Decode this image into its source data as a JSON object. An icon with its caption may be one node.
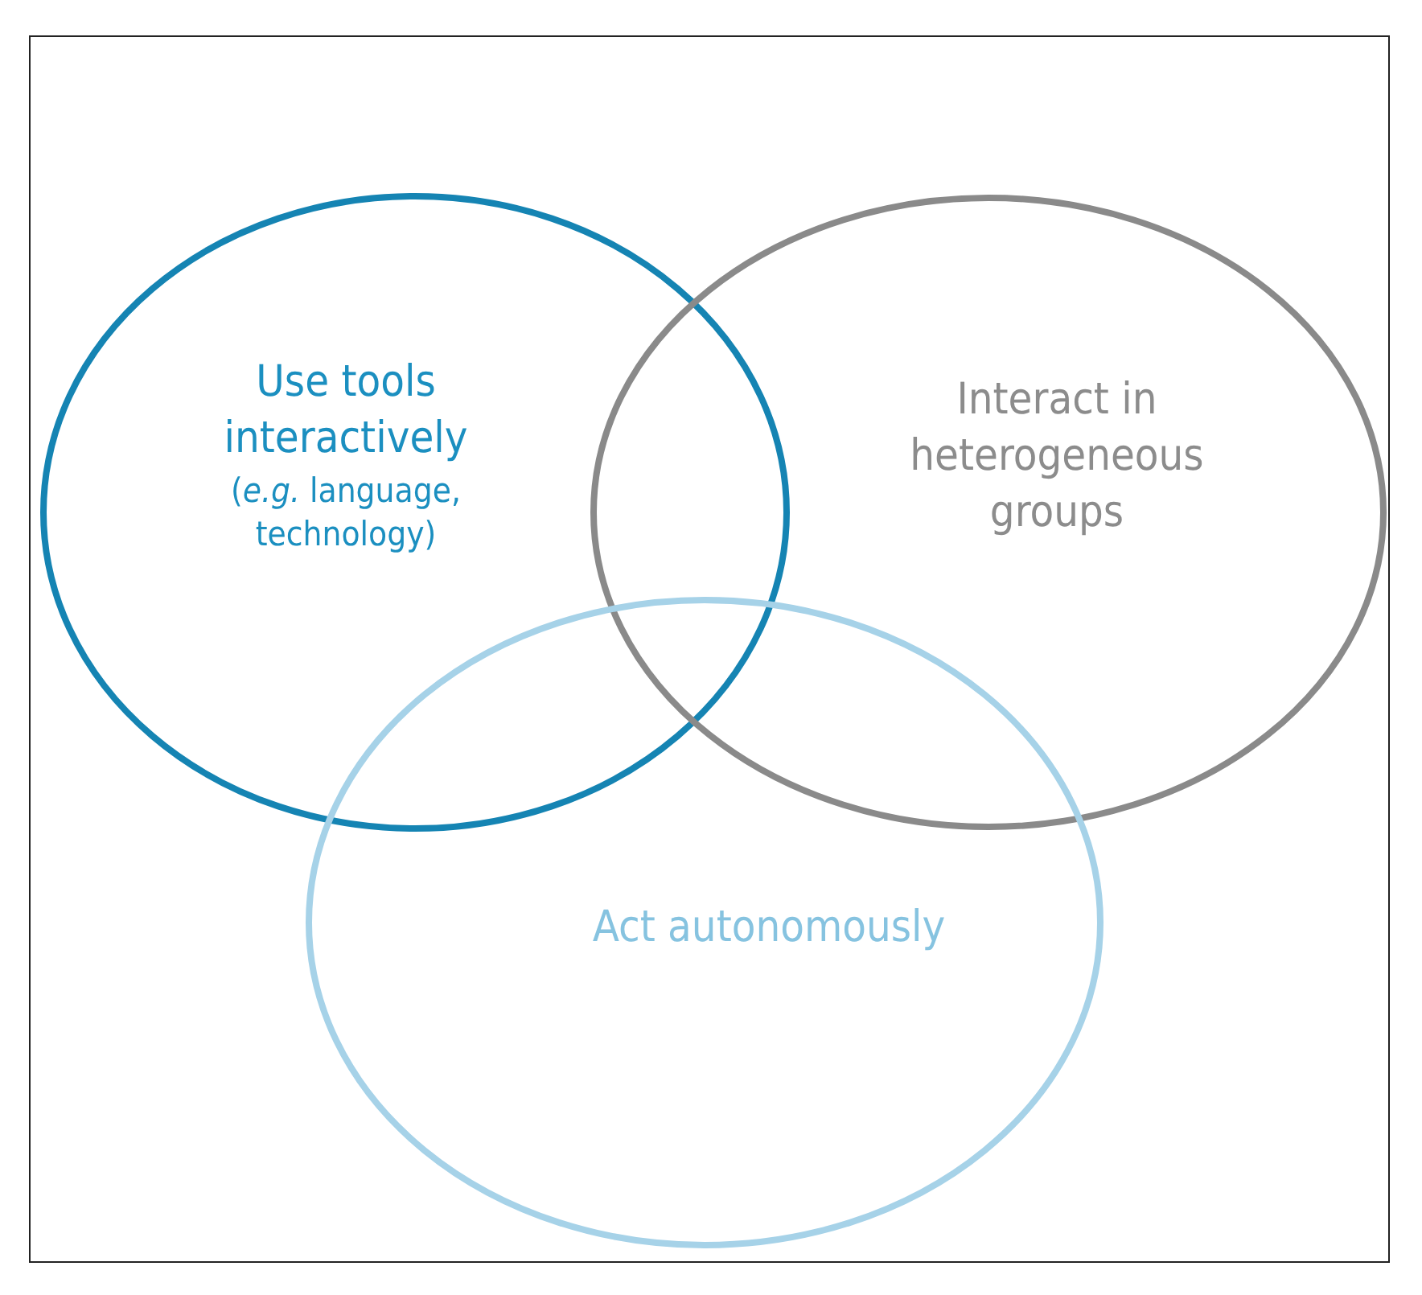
{
  "diagram": {
    "nodes": [
      {
        "text": [
          "Use tools interactively",
          "(*e.g.* language, technology)"
        ]
      },
      {
        "text": [
          "Interact in heterogeneous groups"
        ]
      },
      {
        "text": [
          "Act autonomously"
        ]
      }
    ]
  }
}
